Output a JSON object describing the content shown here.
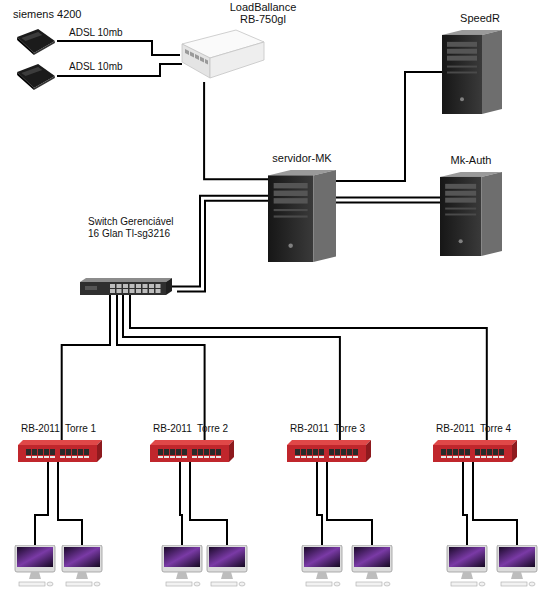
{
  "diagram": {
    "nodes": [
      {
        "text": [
          "siemens 4200"
        ]
      },
      {
        "text": [
          "LoadBallance RB-750gl"
        ]
      },
      {
        "text": [
          "SpeedR"
        ]
      },
      {
        "text": [
          "servidor-MK"
        ]
      },
      {
        "text": [
          "Mk-Auth"
        ]
      },
      {
        "text": [
          "Switch Gerenciável 16 Glan Tl-sg3216"
        ]
      },
      {
        "text": [
          "RB-2011",
          "Torre 1"
        ]
      },
      {
        "text": [
          "RB-2011",
          "Torre 2"
        ]
      },
      {
        "text": [
          "RB-2011",
          "Torre 3"
        ]
      },
      {
        "text": [
          "RB-2011",
          "Torre 4"
        ]
      }
    ],
    "edges": [
      {
        "from": 0,
        "to": 1,
        "arrow": "none",
        "label": "ADSL 10mb"
      },
      {
        "from": 1,
        "to": 3,
        "arrow": "none"
      },
      {
        "from": 3,
        "to": 2,
        "arrow": "none"
      },
      {
        "from": 3,
        "to": 4,
        "arrow": "none"
      },
      {
        "from": 3,
        "to": 5,
        "arrow": "none"
      },
      {
        "from": 5,
        "to": 6,
        "arrow": "none"
      },
      {
        "from": 5,
        "to": 7,
        "arrow": "none"
      },
      {
        "from": 5,
        "to": 8,
        "arrow": "none"
      },
      {
        "from": 5,
        "to": 9,
        "arrow": "none"
      }
    ],
    "labels": [
      "ADSL 10mb"
    ]
  }
}
